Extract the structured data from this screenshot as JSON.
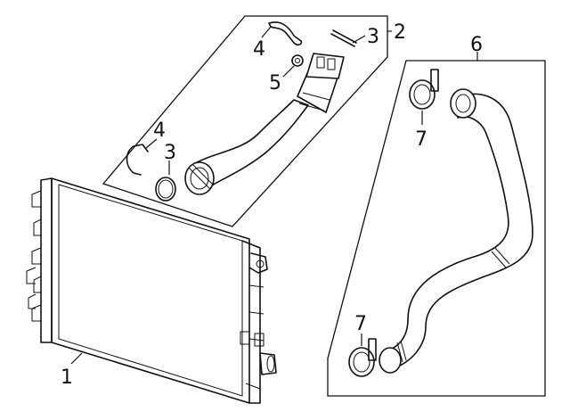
{
  "diagram": {
    "callouts": {
      "intercooler": "1",
      "inlet_hose_group": "2",
      "oring_upper": "3",
      "oring_lower": "3",
      "clip_upper": "4",
      "clip_lower": "4",
      "sensor": "5",
      "outlet_hose_group": "6",
      "clamp_upper": "7",
      "clamp_lower": "7"
    }
  }
}
